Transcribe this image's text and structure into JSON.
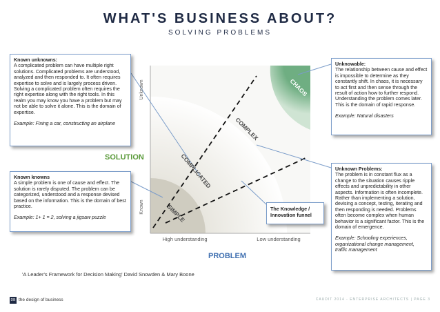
{
  "header": {
    "title": "WHAT'S BUSINESS ABOUT?",
    "subtitle": "SOLVING PROBLEMS"
  },
  "boxes": {
    "known_unknowns": {
      "heading": "Known unknowns:",
      "body": "A complicated problem can have multiple right solutions. Complicated problems are understood, analyzed and then responded to. It often requires expertise to solve and is largely process driven. Solving a complicated problem often requires the right expertise along with the right tools. In this realm you may know you have a problem but may not be able to solve it alone. This is the domain of expertise.",
      "example": "Example: Fixing a car, constructing an airplane"
    },
    "known_knowns": {
      "heading": "Known knowns",
      "body": "A simple problem is one of cause and effect. The solution is rarely disputed. The problem can be categorized, understood and a response devised based on the information. This is the domain of best practice.",
      "example": "Example: 1+ 1 = 2, solving a jigsaw puzzle"
    },
    "unknowable": {
      "heading": "Unknowable:",
      "body": "The relationship between cause and effect is impossible to determine as they constantly shift. In chaos, it is necessary to act first and then sense through the result of action how to further respond. Understanding the problem comes later. This is the domain of rapid response.",
      "example": "Example: Natural disasters"
    },
    "unknown_problems": {
      "heading": "Unknown Problems:",
      "body": "The problem is in constant flux as a change to the situation causes ripple effects and unpredictability in other aspects. Information is often incomplete. Rather than implementing a solution, devising a concept, testing, iterating and then responding is needed. Problems often become complex when human behavior is a significant factor. This is the domain of emergence.",
      "example": "Example: Schooling experiences, organizational change management, traffic management"
    },
    "funnel": {
      "label": "The Knowledge / Innovation funnel"
    }
  },
  "diagram": {
    "axis_unknown": "Unknown",
    "axis_known": "Known",
    "axis_high": "High understanding",
    "axis_low": "Low understanding",
    "solution": "SOLUTION",
    "problem": "PROBLEM",
    "zone_simple": "SIMPLE",
    "zone_complicated": "COMPLICATED",
    "zone_complex": "COMPLEX",
    "zone_chaos": "CHAOS"
  },
  "colors": {
    "axis_label_green": "#5a9a3a",
    "problem_blue": "#3f6fb0",
    "zone_text": "#4a4a4a",
    "chaos_green": "#7cb38c",
    "box_border": "#7a9cc9"
  },
  "citation": "'A Leader's Framework for Decision Making' David Snowden & Mary Boone",
  "footer": {
    "brand": "the design of business",
    "right": "CAUDIT 2014 - ENTERPRISE ARCHITECTS  |  PAGE 3"
  }
}
